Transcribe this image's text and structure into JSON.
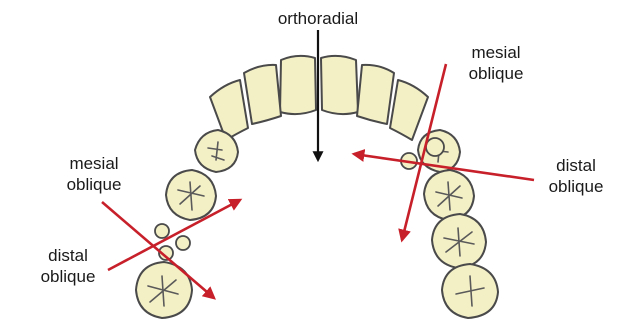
{
  "labels": {
    "orthoradial": "orthoradial",
    "mesial_oblique_right_line1": "mesial",
    "mesial_oblique_right_line2": "oblique",
    "distal_oblique_right_line1": "distal",
    "distal_oblique_right_line2": "oblique",
    "mesial_oblique_left_line1": "mesial",
    "mesial_oblique_left_line2": "oblique",
    "distal_oblique_left_line1": "distal",
    "distal_oblique_left_line2": "oblique"
  },
  "colors": {
    "tooth_fill": "#f4f0c6",
    "tooth_stroke": "#4a4a4a",
    "fissure": "#5a5a5a",
    "arrow_red": "#c8202a",
    "arrow_black": "#111111",
    "background": "#ffffff"
  },
  "icons": {
    "orthoradial_arrow": "down-arrow-icon",
    "oblique_arrow": "red-arrow-icon"
  }
}
